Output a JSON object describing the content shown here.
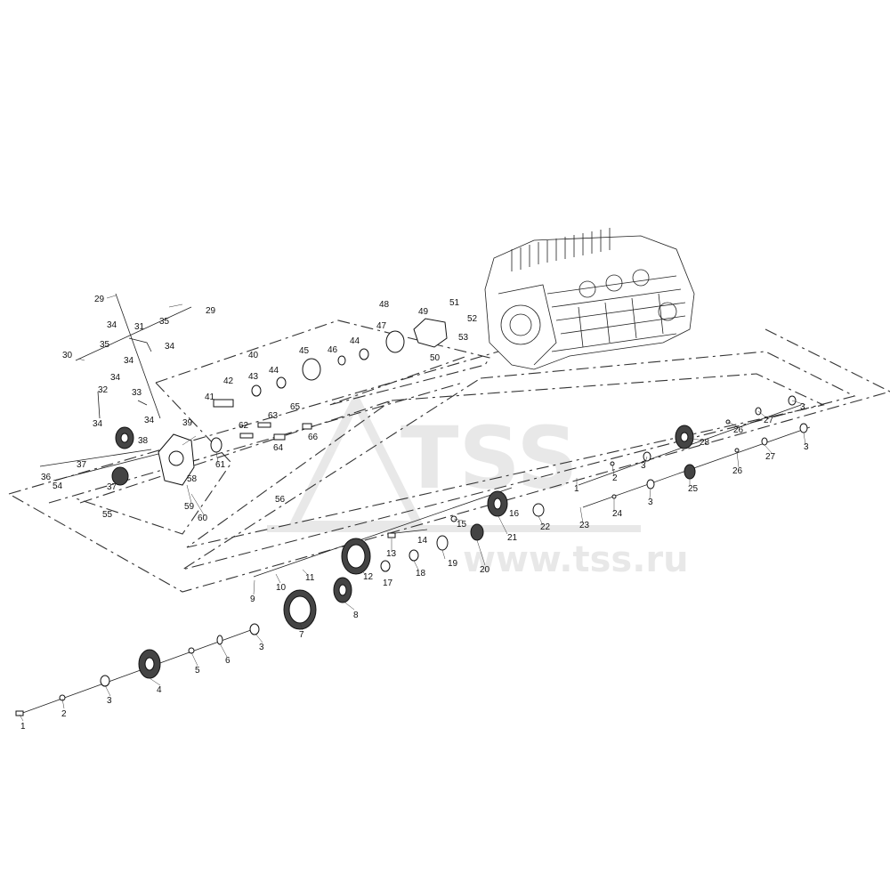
{
  "watermark": {
    "logo_text": "TSS",
    "url_text": "www.tss.ru"
  },
  "callouts": {
    "c1a": "1",
    "c2a": "2",
    "c3a": "3",
    "c4": "4",
    "c5": "5",
    "c6": "6",
    "c3b": "3",
    "c7": "7",
    "c8": "8",
    "c9": "9",
    "c10": "10",
    "c11": "11",
    "c12": "12",
    "c13": "13",
    "c14": "14",
    "c15": "15",
    "c16": "16",
    "c17": "17",
    "c18": "18",
    "c19": "19",
    "c20": "20",
    "c21": "21",
    "c22": "22",
    "c23": "23",
    "c24": "24",
    "c3c": "3",
    "c25": "25",
    "c26a": "26",
    "c27a": "27",
    "c3d": "3",
    "c1b": "1",
    "c2b": "2",
    "c3e": "3",
    "c28": "28",
    "c26b": "26",
    "c27b": "27",
    "c3f": "3",
    "c29a": "29",
    "c29b": "29",
    "c30": "30",
    "c31": "31",
    "c32": "32",
    "c33": "33",
    "c34a": "34",
    "c34b": "34",
    "c34c": "34",
    "c34d": "34",
    "c34e": "34",
    "c34f": "34",
    "c35a": "35",
    "c35b": "35",
    "c36": "36",
    "c37a": "37",
    "c37b": "37",
    "c38": "38",
    "c39": "39",
    "c40": "40",
    "c41": "41",
    "c42": "42",
    "c43": "43",
    "c44a": "44",
    "c44b": "44",
    "c45": "45",
    "c46": "46",
    "c47": "47",
    "c48": "48",
    "c49": "49",
    "c50": "50",
    "c51": "51",
    "c52": "52",
    "c53": "53",
    "c54": "54",
    "c55": "55",
    "c56": "56",
    "c58": "58",
    "c59": "59",
    "c60": "60",
    "c61": "61",
    "c62": "62",
    "c63": "63",
    "c64": "64",
    "c65": "65",
    "c66": "66"
  }
}
